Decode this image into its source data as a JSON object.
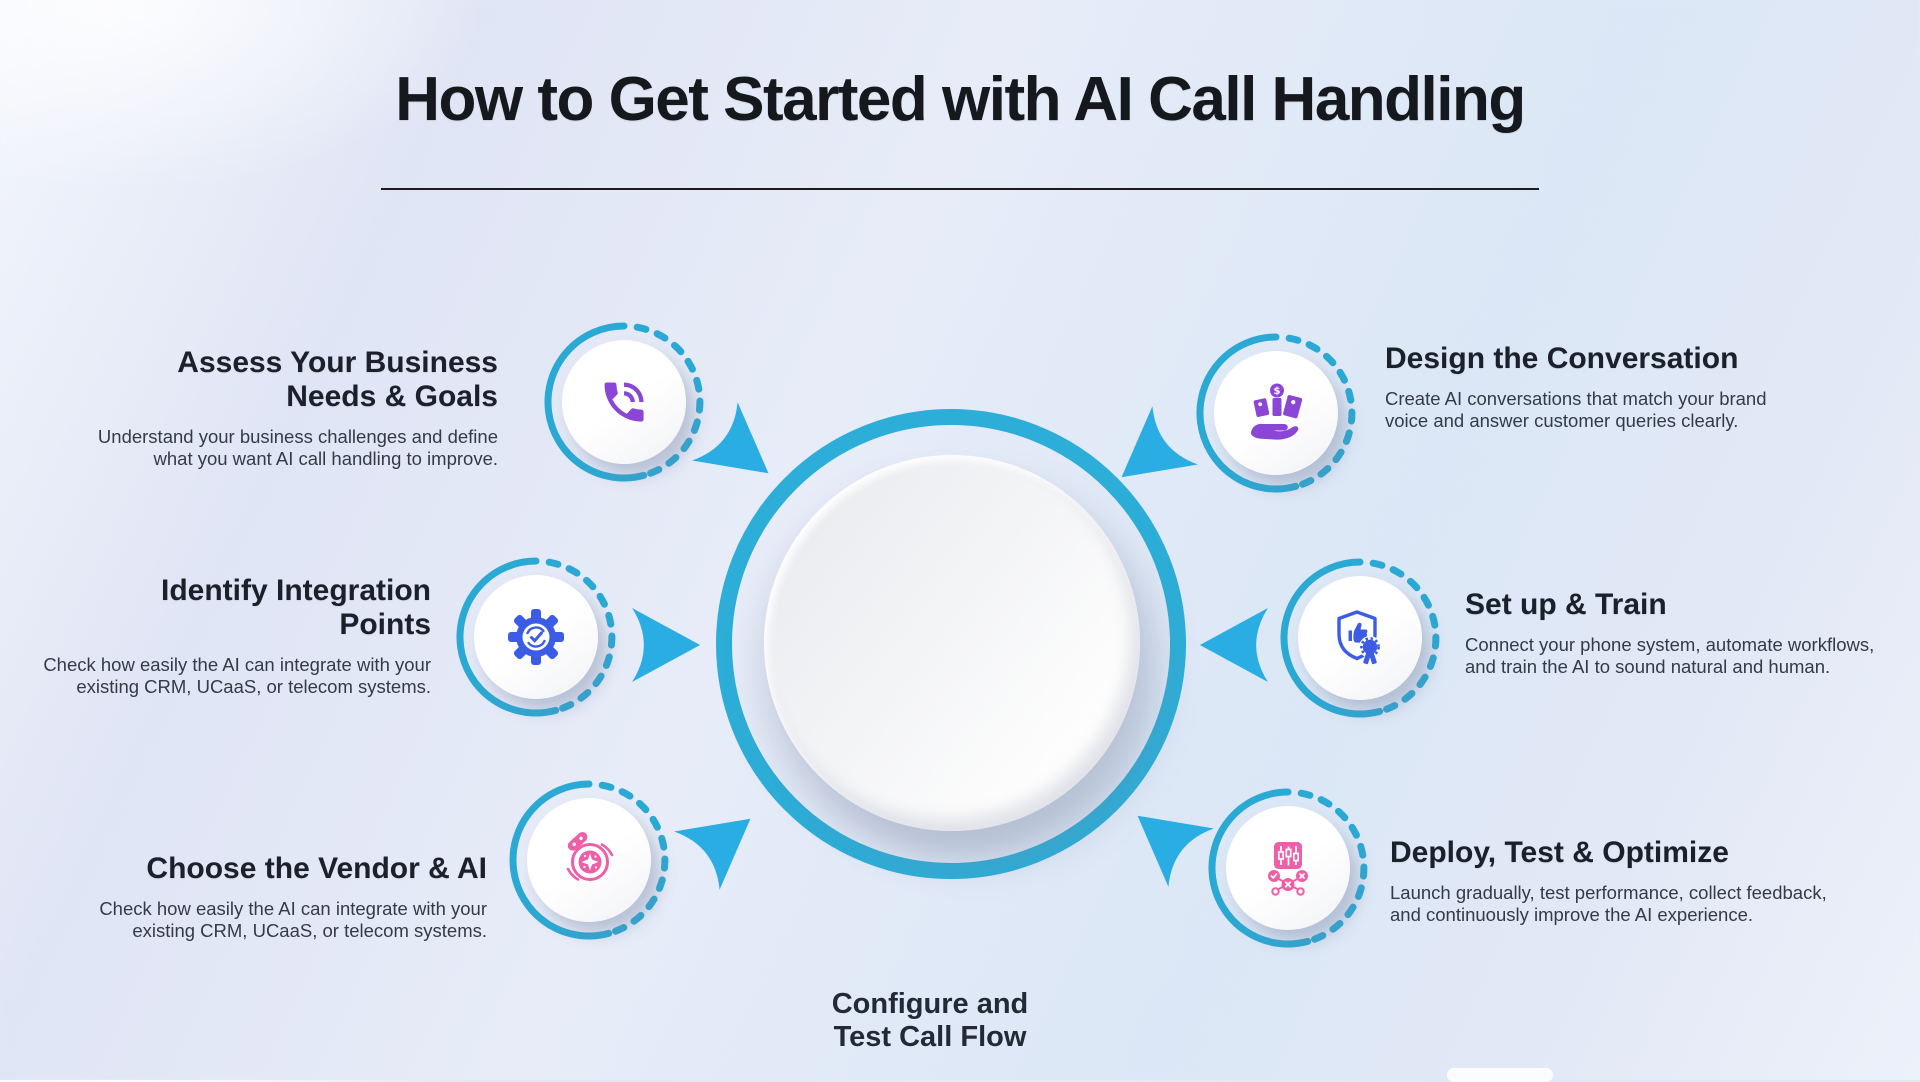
{
  "title": "How to Get Started with AI Call Handling",
  "center_circle": {
    "label_line1": "Configure and",
    "label_line2": "Test Call Flow"
  },
  "colors": {
    "ring_teal": "#2caed8",
    "arc_teal": "#2aa9d4",
    "arrow_cyan": "#29ade3",
    "purple": "#8b46d6",
    "blue": "#3d5ce6",
    "pink": "#ed5fa6",
    "title_text": "#15181d",
    "body_text": "#333b47"
  },
  "steps": [
    {
      "position": "top-left",
      "icon": "phone-call-icon",
      "accent": "#8b46d6",
      "title_line1": "Assess Your Business",
      "title_line2": "Needs & Goals",
      "desc_line1": "Understand your business challenges and define",
      "desc_line2": "what you want AI call handling to improve."
    },
    {
      "position": "middle-left",
      "icon": "gear-check-icon",
      "accent": "#3d5ce6",
      "title_line1": "Identify Integration",
      "title_line2": "Points",
      "desc_line1": "Check how easily the AI can integrate with your",
      "desc_line2": "existing CRM, UCaaS, or telecom systems."
    },
    {
      "position": "bottom-left",
      "icon": "disc-gear-icon",
      "accent": "#ed5fa6",
      "title_line1": "Choose the Vendor & AI",
      "title_line2": "",
      "desc_line1": "Check how easily the AI can integrate with your",
      "desc_line2": "existing CRM, UCaaS, or telecom systems."
    },
    {
      "position": "top-right",
      "icon": "hand-price-tags-icon",
      "accent": "#8b46d6",
      "title_line1": "Design the Conversation",
      "title_line2": "",
      "desc_line1": "Create AI conversations that match your brand",
      "desc_line2": "voice and answer customer queries clearly."
    },
    {
      "position": "middle-right",
      "icon": "shield-thumbs-up-badge-icon",
      "accent": "#3d5ce6",
      "title_line1": "Set up & Train",
      "title_line2": "",
      "desc_line1": "Connect your phone system, automate workflows,",
      "desc_line2": "and train the AI to sound natural and human."
    },
    {
      "position": "bottom-right",
      "icon": "candlestick-ab-test-icon",
      "accent": "#ed5fa6",
      "title_line1": "Deploy, Test & Optimize",
      "title_line2": "",
      "desc_line1": "Launch gradually, test performance, collect feedback,",
      "desc_line2": "and continuously improve the AI experience."
    }
  ]
}
